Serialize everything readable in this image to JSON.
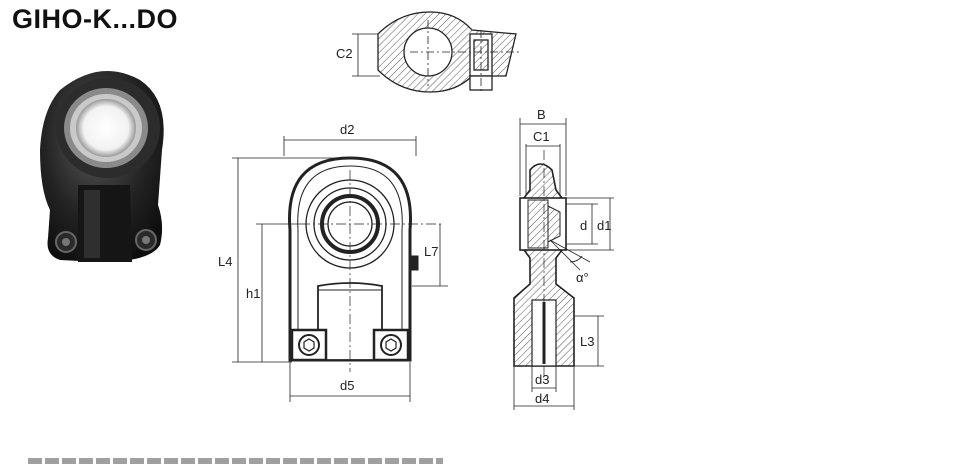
{
  "title": "GIHO-K...DO",
  "labels": {
    "c2": "C2",
    "d2": "d2",
    "l4": "L4",
    "h1": "h1",
    "l7": "L7",
    "d5": "d5",
    "b": "B",
    "c1": "C1",
    "d": "d",
    "d1": "d1",
    "alpha": "α°",
    "l3": "L3",
    "d3": "d3",
    "d4": "d4"
  },
  "colors": {
    "ink": "#222222",
    "hatch": "#555555",
    "photo_dark": "#1c1c1c"
  }
}
